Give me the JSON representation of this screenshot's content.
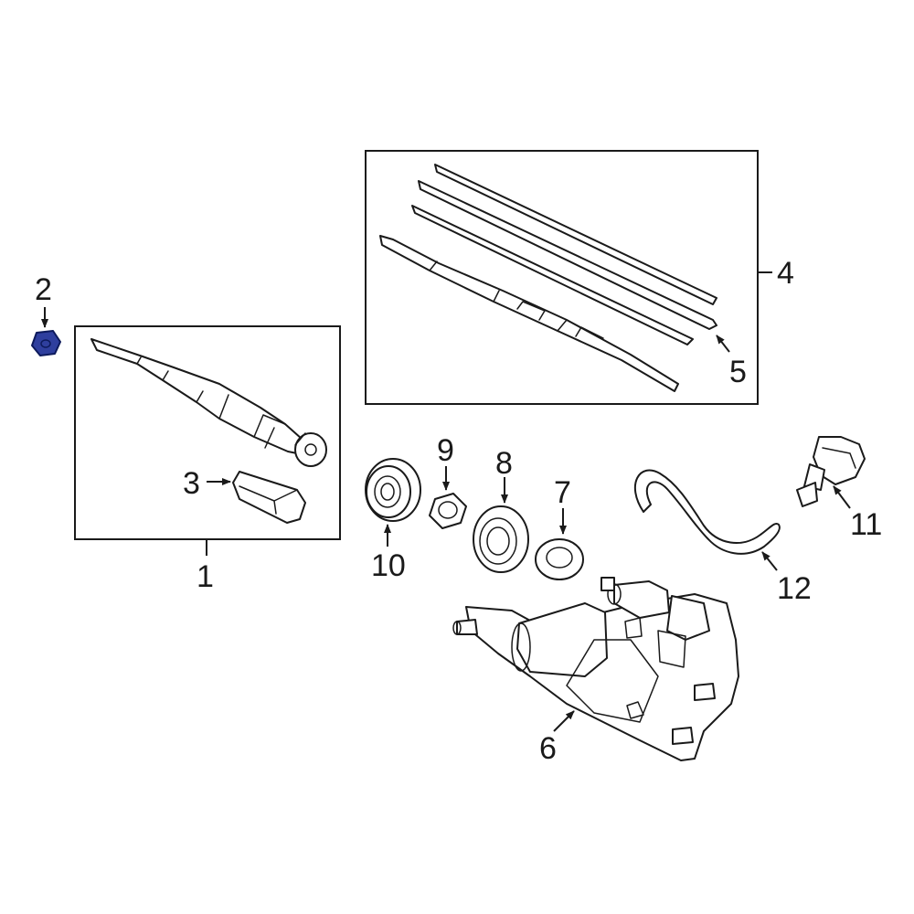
{
  "diagram": {
    "callouts": [
      {
        "id": "1",
        "label": "1"
      },
      {
        "id": "2",
        "label": "2"
      },
      {
        "id": "3",
        "label": "3"
      },
      {
        "id": "4",
        "label": "4"
      },
      {
        "id": "5",
        "label": "5"
      },
      {
        "id": "6",
        "label": "6"
      },
      {
        "id": "7",
        "label": "7"
      },
      {
        "id": "8",
        "label": "8"
      },
      {
        "id": "9",
        "label": "9"
      },
      {
        "id": "10",
        "label": "10"
      },
      {
        "id": "11",
        "label": "11"
      },
      {
        "id": "12",
        "label": "12"
      }
    ],
    "highlighted_part": "2",
    "colors": {
      "line": "#1a1a1a",
      "background": "#ffffff",
      "highlight_fill": "#2f3f9e",
      "highlight_stroke": "#0d1a5c"
    }
  }
}
